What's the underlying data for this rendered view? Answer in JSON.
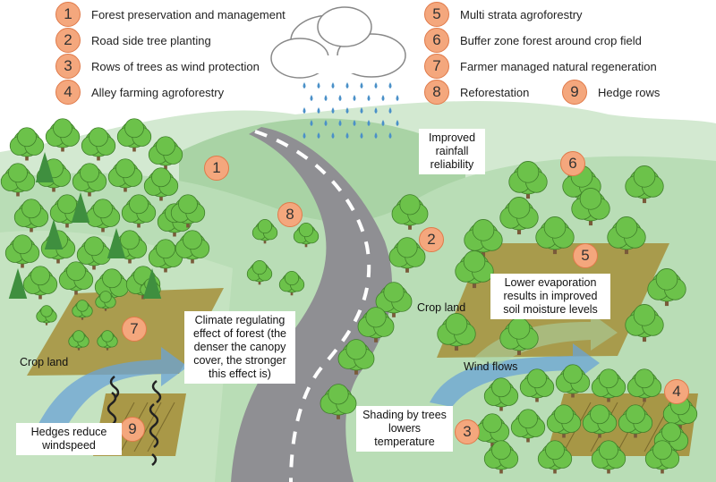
{
  "legend": [
    {
      "num": "1",
      "label": "Forest preservation and management"
    },
    {
      "num": "2",
      "label": "Road side tree planting"
    },
    {
      "num": "3",
      "label": "Rows of trees as wind protection"
    },
    {
      "num": "4",
      "label": "Alley farming agroforestry"
    },
    {
      "num": "5",
      "label": "Multi strata agroforestry"
    },
    {
      "num": "6",
      "label": "Buffer zone forest around crop field"
    },
    {
      "num": "7",
      "label": "Farmer managed natural regeneration"
    },
    {
      "num": "8",
      "label": "Reforestation"
    },
    {
      "num": "9",
      "label": "Hedge rows"
    }
  ],
  "badges": {
    "b1": "1",
    "b2": "2",
    "b3": "3",
    "b4": "4",
    "b5": "5",
    "b6": "6",
    "b7": "7",
    "b8": "8",
    "b9": "9"
  },
  "callouts": {
    "rainfall": "Improved\nrainfall\nreliability",
    "climate": "Climate regulating\neffect of forest (the\ndenser the canopy\ncover, the stronger\nthis effect is)",
    "evaporation": "Lower evaporation\nresults in improved\nsoil moisture levels",
    "shading": "Shading by trees\nlowers\ntemperature",
    "hedges": "Hedges reduce\nwindspeed"
  },
  "labels": {
    "crop_left": "Crop land",
    "crop_right": "Crop land",
    "wind": "Wind flows"
  },
  "colors": {
    "hill_light": "#cfe6cf",
    "hill_mid": "#9fce9f",
    "meadow": "#b6dcb4",
    "road": "#8f8f93",
    "field": "#a58f3a",
    "tree": "#6cc24a",
    "conifer": "#3f8f3f",
    "badge": "#f4a77d",
    "rain": "#4a90c8"
  }
}
